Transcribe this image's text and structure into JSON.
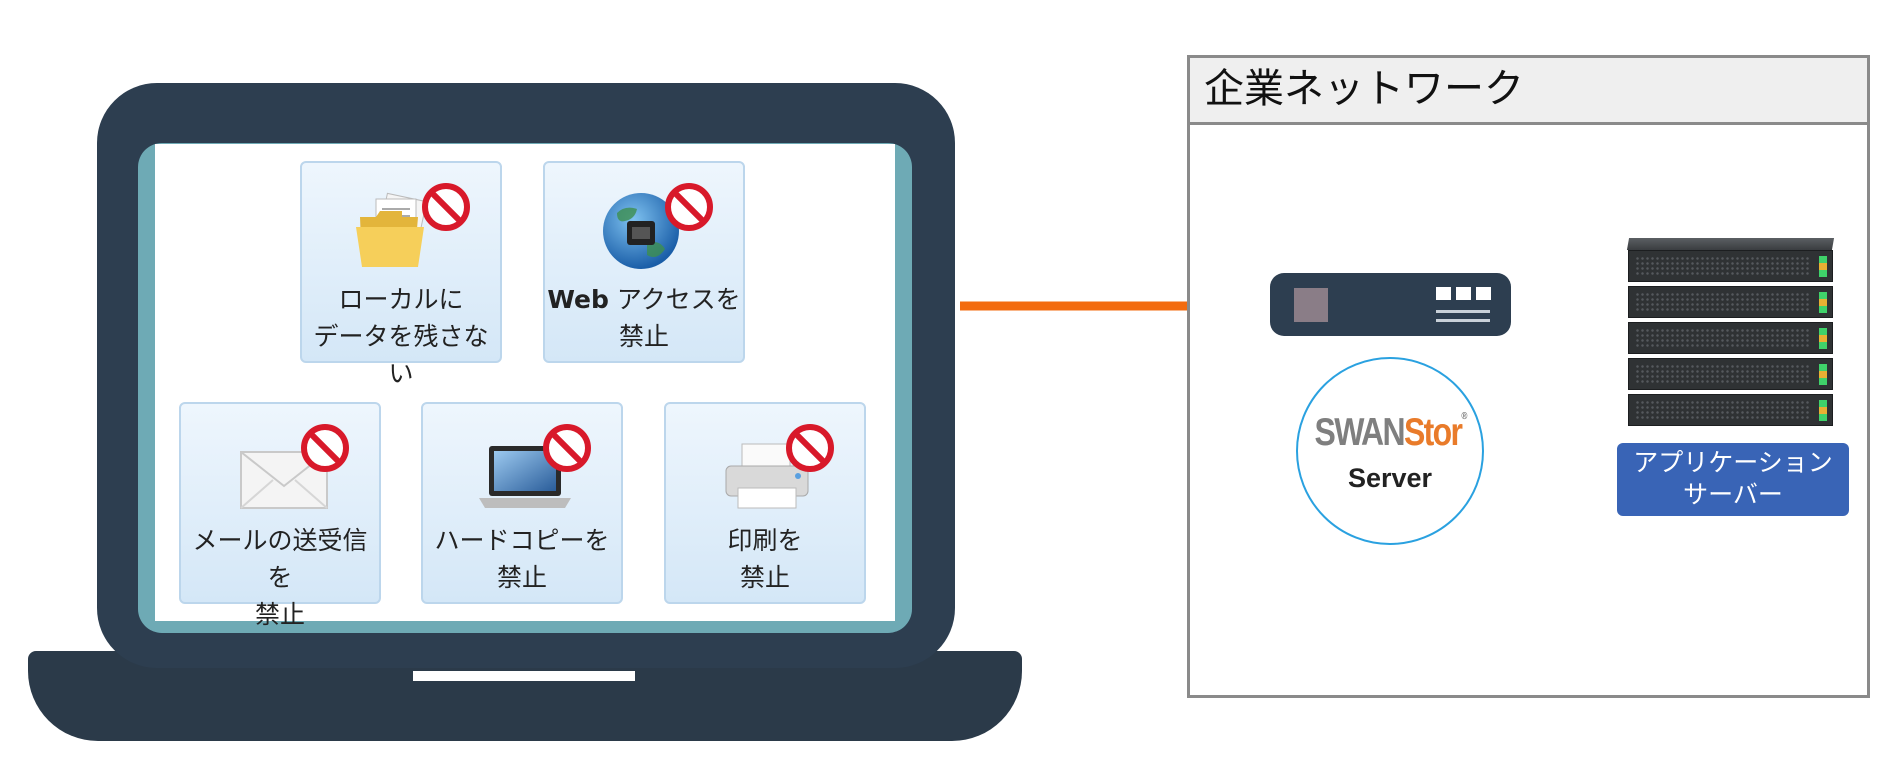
{
  "laptop": {
    "tiles": [
      {
        "icon": "folder-icon",
        "line1": "ローカルに",
        "line1_bold": "",
        "line2": "データを残さない"
      },
      {
        "icon": "globe-network-icon",
        "line1": "アクセスを",
        "line1_bold": "Web",
        "line2": "禁止"
      },
      {
        "icon": "envelope-icon",
        "line1": "メールの送受信を",
        "line1_bold": "",
        "line2": "禁止"
      },
      {
        "icon": "laptop-icon",
        "line1": "ハードコピーを",
        "line1_bold": "",
        "line2": "禁止"
      },
      {
        "icon": "printer-icon",
        "line1": "印刷を",
        "line1_bold": "",
        "line2": "禁止"
      }
    ],
    "prohibited_badge": "no-entry-icon"
  },
  "network": {
    "title": "企業ネットワーク",
    "logo": {
      "brand_part1": "SWAN",
      "brand_part2": "Stor",
      "registered": "®",
      "subtitle": "Server"
    },
    "app_server_label": {
      "line1": "アプリケーション",
      "line2": "サーバー"
    }
  },
  "colors": {
    "arrow": "#f36b0f",
    "laptop_body": "#2d3e50",
    "screen_frame": "#6eaab5",
    "tile_border": "#bcd6ec",
    "logo_ring": "#2aa1e0",
    "logo_orange": "#e97b2a",
    "app_label_bg": "#3964b6"
  }
}
